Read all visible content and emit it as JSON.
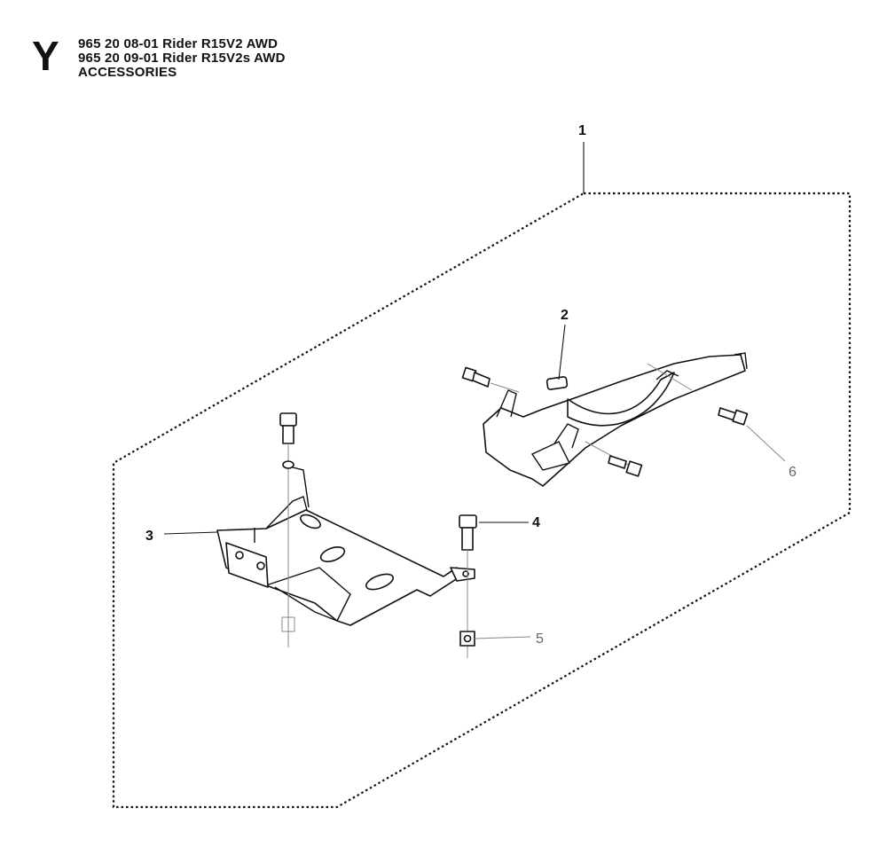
{
  "header": {
    "section_letter": "Y",
    "lines": [
      "965 20 08-01 Rider R15V2 AWD",
      "965 20 09-01 Rider R15V2s AWD",
      "ACCESSORIES"
    ]
  },
  "callouts": [
    {
      "id": "1",
      "label": "1"
    },
    {
      "id": "2",
      "label": "2"
    },
    {
      "id": "3",
      "label": "3"
    },
    {
      "id": "4",
      "label": "4"
    },
    {
      "id": "5",
      "label": "5"
    },
    {
      "id": "6",
      "label": "6"
    }
  ]
}
